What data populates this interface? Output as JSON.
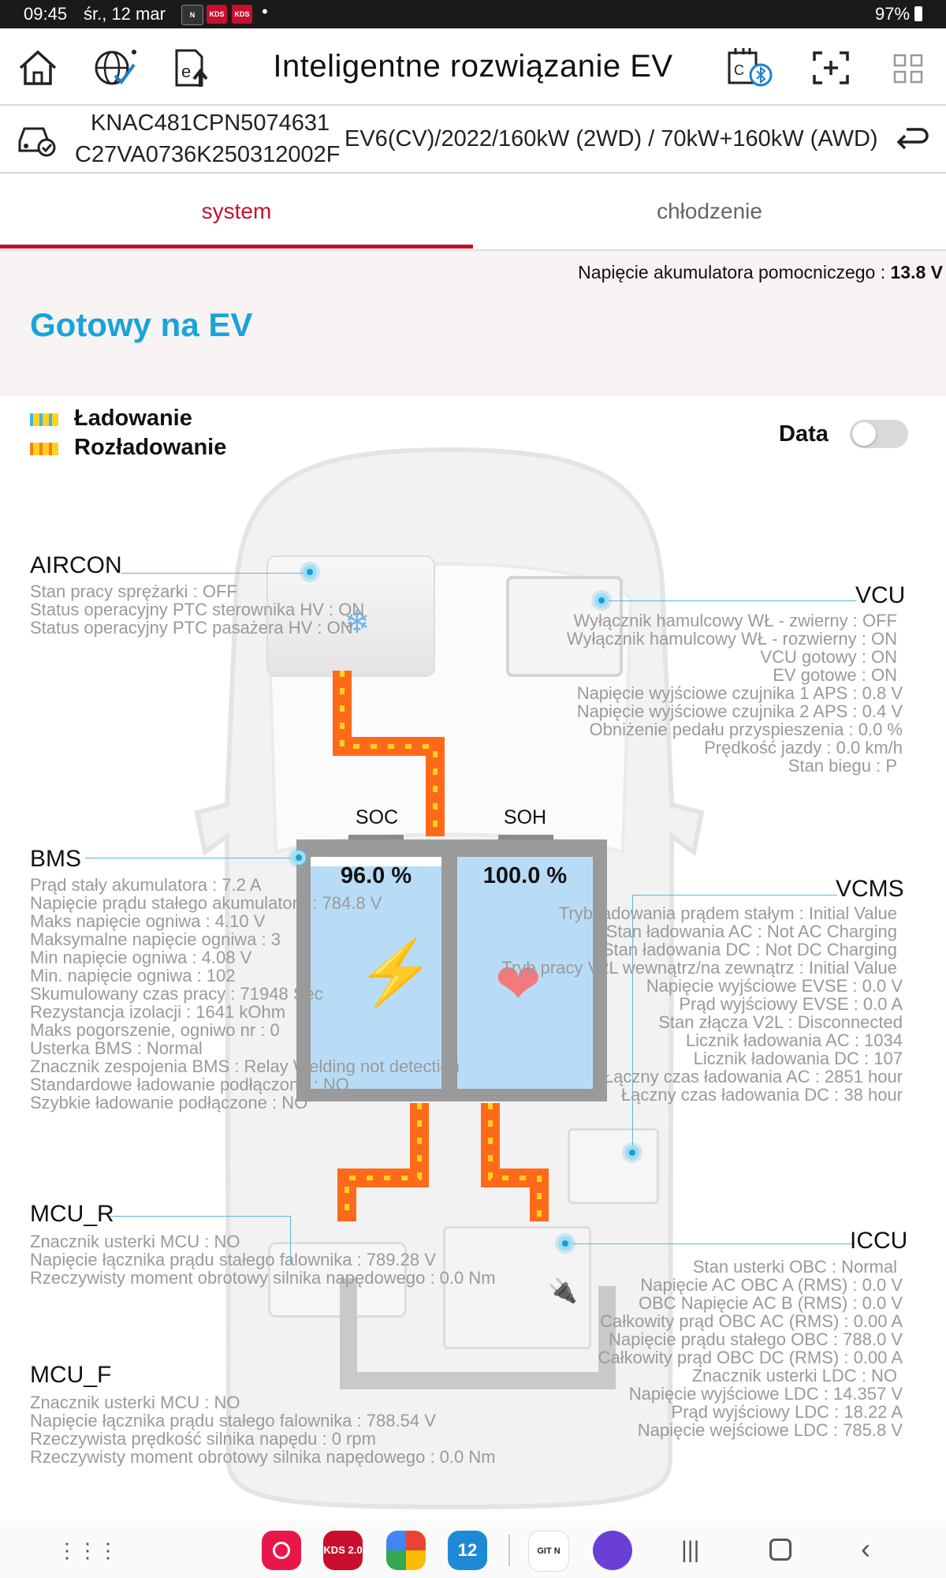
{
  "status_bar": {
    "time": "09:45",
    "date": "śr., 12 mar",
    "battery": "97%",
    "badge1": "GIT N",
    "badge2": "KDS 2.0",
    "badge3": "KDS 2.0"
  },
  "header": {
    "title": "Inteligentne rozwiązanie EV"
  },
  "vehicle": {
    "vin": "KNAC481CPN5074631",
    "code": "C27VA0736K250312002F",
    "model": "EV6(CV)/2022/160kW (2WD) / 70kW+160kW (AWD)"
  },
  "tabs": [
    {
      "label": "system",
      "active": true
    },
    {
      "label": "chłodzenie",
      "active": false
    }
  ],
  "aux_battery": {
    "label": "Napięcie akumulatora pomocniczego : ",
    "value": "13.8 V"
  },
  "status_title": "Gotowy na EV",
  "legend": [
    {
      "label": "Ładowanie",
      "color": "#3ab8e8"
    },
    {
      "label": "Rozładowanie",
      "color": "#ff7a1a"
    }
  ],
  "data_toggle": {
    "label": "Data",
    "on": false
  },
  "gauges": {
    "soc": {
      "label": "SOC",
      "value": "96.0 %",
      "fill": 0.96
    },
    "soh": {
      "label": "SOH",
      "value": "100.0 %",
      "fill": 1.0
    }
  },
  "aircon": {
    "title": "AIRCON",
    "lines": [
      "Stan pracy sprężarki : OFF",
      "Status operacyjny PTC sterownika HV : ON",
      "Status operacyjny PTC pasażera HV : ON"
    ]
  },
  "vcu": {
    "title": "VCU",
    "lines": [
      "Wyłącznik hamulcowy  WŁ - zwierny : OFF",
      "Wyłącznik hamulcowy  WŁ - rozwierny : ON",
      "VCU gotowy : ON",
      "EV gotowe : ON",
      "Napięcie wyjściowe czujnika 1 APS : 0.8 V",
      "Napięcie wyjściowe czujnika 2 APS : 0.4 V",
      "Obniżenie pedału przyspieszenia : 0.0 %",
      "Prędkość jazdy : 0.0 km/h",
      "Stan biegu : P"
    ]
  },
  "bms": {
    "title": "BMS",
    "lines": [
      "Prąd stały akumulatora : 7.2 A",
      "Napięcie prądu stałego akumulatora : 784.8 V",
      "Maks napięcie ogniwa : 4.10 V",
      "Maksymalne napięcie ogniwa : 3",
      "Min napięcie ogniwa : 4.08 V",
      "Min. napięcie ogniwa : 102",
      "Skumulowany czas pracy : 71948 Sec",
      "Rezystancja izolacji : 1641 kOhm",
      "Maks pogorszenie, ogniwo nr : 0",
      "Usterka BMS : Normal",
      "Znacznik zespojenia BMS : Relay Welding not detection",
      "Standardowe ładowanie podłączone : NO",
      "Szybkie ładowanie podłączone : NO"
    ]
  },
  "vcms": {
    "title": "VCMS",
    "lines": [
      "Tryb ładowania prądem stałym : Initial Value",
      "Stan ładowania AC : Not AC Charging",
      "Stan ładowania DC : Not DC Charging",
      "Tryb pracy V2L wewnątrz/na zewnątrz : Initial Value",
      "Napięcie wyjściowe EVSE : 0.0 V",
      "Prąd wyjściowy EVSE : 0.0 A",
      "Stan złącza V2L : Disconnected",
      "Licznik ładowania AC : 1034",
      "Licznik ładowania DC : 107",
      "Łączny czas ładowania AC : 2851 hour",
      "Łączny czas ładowania DC : 38 hour"
    ]
  },
  "mcu_r": {
    "title": "MCU_R",
    "lines": [
      "Znacznik usterki MCU : NO",
      "Napięcie łącznika prądu stałego falownika : 789.28 V",
      "Rzeczywisty moment obrotowy silnika napędowego : 0.0 Nm"
    ]
  },
  "iccu": {
    "title": "ICCU",
    "lines": [
      "Stan usterki OBC : Normal",
      "Napięcie AC OBC A (RMS) : 0.0 V",
      "OBC Napięcie AC B (RMS) : 0.0 V",
      "Całkowity prąd OBC AC (RMS) : 0.00 A",
      "Napięcie prądu stałego OBC : 788.0 V",
      "Całkowity prąd OBC DC (RMS) : 0.00 A",
      "Znacznik usterki LDC : NO",
      "Napięcie wyjściowe LDC : 14.357 V",
      "Prąd wyjściowy LDC : 18.22 A",
      "Napięcie wejściowe LDC : 785.8 V"
    ]
  },
  "mcu_f": {
    "title": "MCU_F",
    "lines": [
      "Znacznik usterki MCU : NO",
      "Napięcie łącznika prądu stałego falownika : 788.54 V",
      "Rzeczywista prędkość silnika napędu : 0 rpm",
      "Rzeczywisty moment obrotowy silnika napędowego : 0.0 Nm"
    ]
  },
  "navbar": {
    "app_kds": "KDS 2.0",
    "app_git": "GIT N",
    "app_calendar": "12"
  }
}
